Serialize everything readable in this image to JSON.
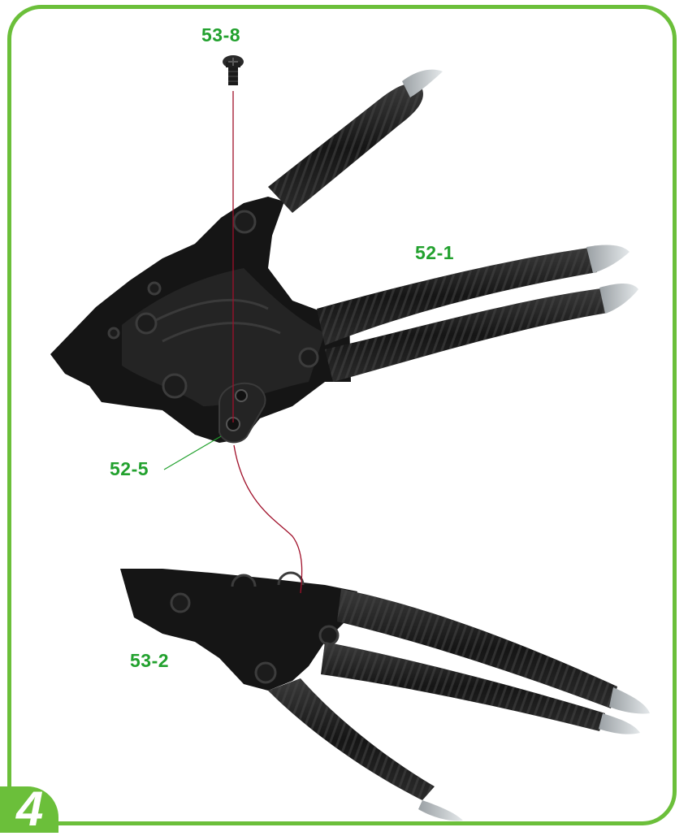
{
  "step": {
    "number": "4"
  },
  "callouts": {
    "screw": "53-8",
    "upper_part": "52-1",
    "plate": "52-5",
    "lower_part": "53-2"
  },
  "colors": {
    "frame": "#6bbf3a",
    "label": "#22a12e",
    "guide_line": "#a0102a",
    "part": "#141414",
    "claw_tip": "#c9ced1"
  },
  "icons": {
    "screw": "phillips-screw-icon",
    "upper_part": "claw-hand-upper",
    "lower_part": "claw-hand-lower"
  }
}
